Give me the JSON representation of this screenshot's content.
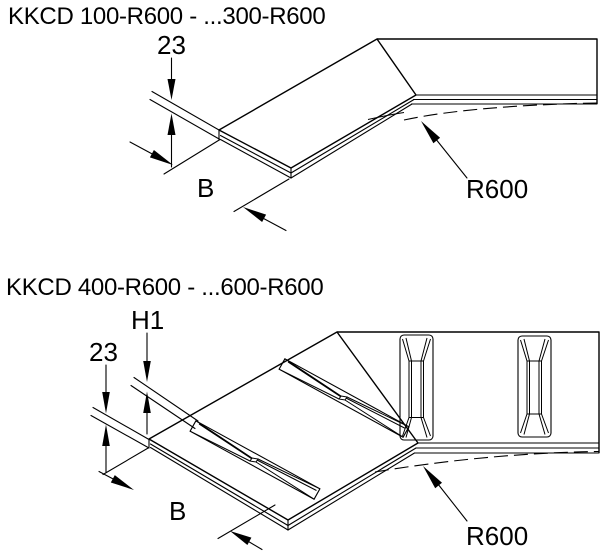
{
  "figure1": {
    "title": "KKCD 100-R600 - ...300-R600",
    "dim_edge_height": "23",
    "dim_width": "B",
    "radius": "R600"
  },
  "figure2": {
    "title": "KKCD 400-R600 - ...600-R600",
    "dim_emboss_height": "H1",
    "dim_edge_height": "23",
    "dim_width": "B",
    "radius": "R600"
  },
  "colors": {
    "line": "#000000",
    "background": "#ffffff"
  }
}
